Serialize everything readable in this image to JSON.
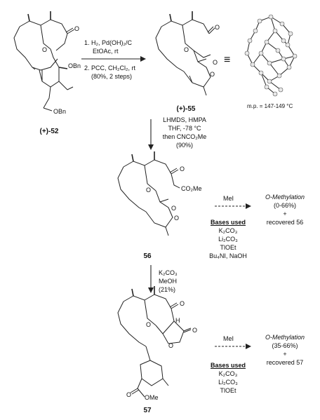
{
  "compounds": {
    "c52": "(+)-52",
    "c55": "(+)-55",
    "c56": "56",
    "c57": "57"
  },
  "step1": {
    "line1": "1. H₂, Pd(OH)₂/C",
    "line2": "EtOAc, rt",
    "line3": "2. PCC, CH₂Cl₂, rt",
    "line4": "(80%, 2 steps)"
  },
  "equiv_symbol": "≡",
  "melting_point": "m.p. = 147-149 °C",
  "step2": {
    "line1": "LHMDS, HMPA",
    "line2": "THF, -78 °C",
    "line3": "then CNCO₂Me",
    "line4": "(90%)"
  },
  "step3": {
    "line1": "K₂CO₃",
    "line2": "MeOH",
    "line3": "(21%)"
  },
  "methylation_top": {
    "reagent": "MeI",
    "result_title": "O-Methylation",
    "result_range": "(0-66%)",
    "plus": "+",
    "recovered": "recovered 56",
    "bases_heading": "Bases used",
    "bases": [
      "K₂CO₃",
      "Li₂CO₃",
      "TlOEt",
      "Bu₄NI, NaOH"
    ]
  },
  "methylation_bottom": {
    "reagent": "MeI",
    "result_title": "O-Methylation",
    "result_range": "(35-66%)",
    "plus": "+",
    "recovered": "recovered 57",
    "bases_heading": "Bases used",
    "bases": [
      "K₂CO₃",
      "Li₂CO₃",
      "TlOEt"
    ]
  },
  "atom_labels": {
    "o": "O",
    "obn": "OBn",
    "co2me": "CO₂Me",
    "h": "H",
    "ome": "OMe"
  }
}
